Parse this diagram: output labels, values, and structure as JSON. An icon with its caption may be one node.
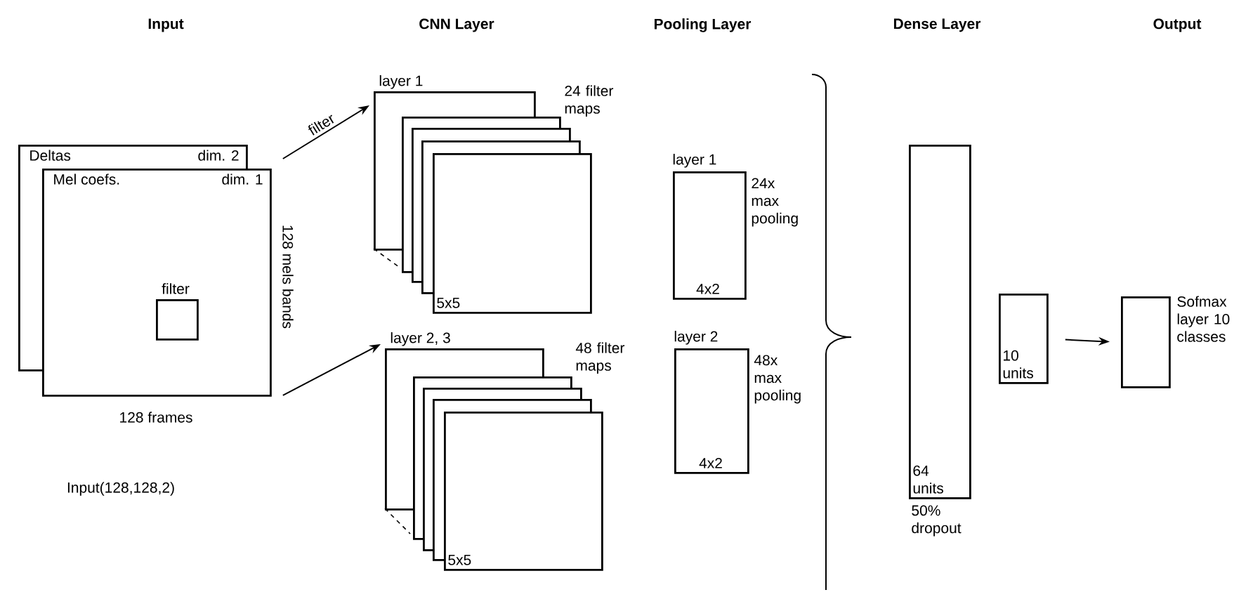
{
  "diagram": {
    "nodes": [
      {
        "text": [
          "Deltas",
          "dim. 2",
          "Mel coefs.",
          "dim. 1"
        ],
        "beside": [
          "128 mels bands",
          "128 frames"
        ]
      },
      {
        "text": [
          "filter"
        ],
        "in": 0
      },
      {
        "text": [
          "layer 1",
          "24 filter maps",
          "5x5"
        ]
      },
      {
        "text": [
          "layer 2, 3",
          "48 filter maps",
          "5x5"
        ]
      },
      {
        "text": [
          "layer 1",
          "4x2"
        ],
        "beside": [
          "24x max pooling"
        ]
      },
      {
        "text": [
          "layer 2",
          "4x2"
        ],
        "beside": [
          "48x max pooling"
        ]
      },
      {
        "text": [
          "64 units"
        ],
        "beside": [
          "50% dropout"
        ]
      },
      {
        "text": [
          "10 units"
        ]
      },
      {
        "text": [],
        "shape": "box",
        "beside": [
          "Sofmax layer 10 classes"
        ]
      }
    ],
    "edges": [
      {
        "from": 0,
        "to": 2,
        "arrow": "to",
        "label": "filter"
      },
      {
        "from": 0,
        "to": 3,
        "arrow": "to"
      },
      {
        "from": 7,
        "to": 8,
        "arrow": "to"
      }
    ],
    "labels": [
      "Input",
      "CNN Layer",
      "Pooling Layer",
      "Dense Layer",
      "Output",
      "Input(128,128,2)"
    ]
  }
}
